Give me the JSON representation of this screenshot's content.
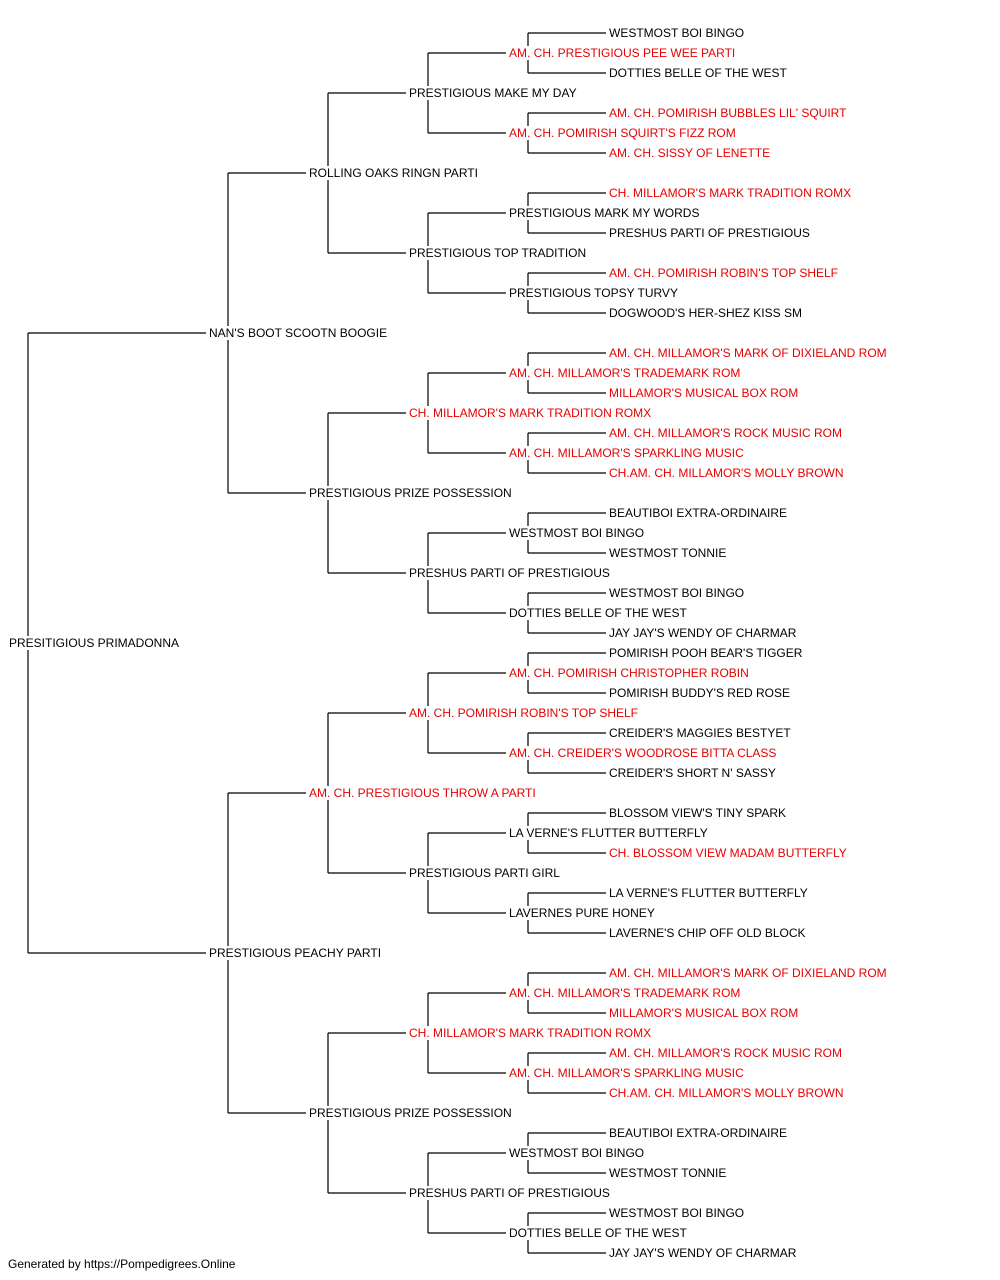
{
  "colors": {
    "line": "#000000",
    "text": "#000000",
    "titled": "#e60000"
  },
  "pedigree": {
    "name": "PRESITIGIOUS PRIMADONNA",
    "titled": false,
    "sire": {
      "name": "NAN'S BOOT SCOOTN BOOGIE",
      "titled": false,
      "sire": {
        "name": "ROLLING OAKS RINGN PARTI",
        "titled": false,
        "sire": {
          "name": "PRESTIGIOUS MAKE MY DAY",
          "titled": false,
          "sire": {
            "name": "AM. CH. PRESTIGIOUS PEE WEE PARTI",
            "titled": true,
            "sire": {
              "name": "WESTMOST BOI BINGO",
              "titled": false
            },
            "dam": {
              "name": "DOTTIES BELLE OF THE WEST",
              "titled": false
            }
          },
          "dam": {
            "name": "AM. CH. POMIRISH SQUIRT'S FIZZ ROM",
            "titled": true,
            "sire": {
              "name": "AM. CH. POMIRISH BUBBLES LIL' SQUIRT",
              "titled": true
            },
            "dam": {
              "name": "AM. CH. SISSY OF LENETTE",
              "titled": true
            }
          }
        },
        "dam": {
          "name": "PRESTIGIOUS TOP TRADITION",
          "titled": false,
          "sire": {
            "name": "PRESTIGIOUS MARK MY WORDS",
            "titled": false,
            "sire": {
              "name": "CH. MILLAMOR'S MARK TRADITION ROMX",
              "titled": true
            },
            "dam": {
              "name": "PRESHUS PARTI OF PRESTIGIOUS",
              "titled": false
            }
          },
          "dam": {
            "name": "PRESTIGIOUS TOPSY TURVY",
            "titled": false,
            "sire": {
              "name": "AM. CH. POMIRISH ROBIN'S TOP SHELF",
              "titled": true
            },
            "dam": {
              "name": "DOGWOOD'S HER-SHEZ KISS SM",
              "titled": false
            }
          }
        }
      },
      "dam": {
        "name": "PRESTIGIOUS PRIZE POSSESSION",
        "titled": false,
        "sire": {
          "name": "CH. MILLAMOR'S MARK TRADITION ROMX",
          "titled": true,
          "sire": {
            "name": "AM. CH. MILLAMOR'S TRADEMARK ROM",
            "titled": true,
            "sire": {
              "name": "AM. CH. MILLAMOR'S MARK OF DIXIELAND ROM",
              "titled": true
            },
            "dam": {
              "name": "MILLAMOR'S MUSICAL BOX ROM",
              "titled": true
            }
          },
          "dam": {
            "name": "AM. CH. MILLAMOR'S SPARKLING MUSIC",
            "titled": true,
            "sire": {
              "name": "AM. CH. MILLAMOR'S ROCK MUSIC ROM",
              "titled": true
            },
            "dam": {
              "name": "CH.AM. CH. MILLAMOR'S MOLLY BROWN",
              "titled": true
            }
          }
        },
        "dam": {
          "name": "PRESHUS PARTI OF PRESTIGIOUS",
          "titled": false,
          "sire": {
            "name": "WESTMOST BOI BINGO",
            "titled": false,
            "sire": {
              "name": "BEAUTIBOI EXTRA-ORDINAIRE",
              "titled": false
            },
            "dam": {
              "name": "WESTMOST TONNIE",
              "titled": false
            }
          },
          "dam": {
            "name": "DOTTIES BELLE OF THE WEST",
            "titled": false,
            "sire": {
              "name": "WESTMOST BOI BINGO",
              "titled": false
            },
            "dam": {
              "name": "JAY JAY'S WENDY OF CHARMAR",
              "titled": false
            }
          }
        }
      }
    },
    "dam": {
      "name": "PRESTIGIOUS PEACHY PARTI",
      "titled": false,
      "sire": {
        "name": "AM. CH. PRESTIGIOUS THROW A PARTI",
        "titled": true,
        "sire": {
          "name": "AM. CH. POMIRISH ROBIN'S TOP SHELF",
          "titled": true,
          "sire": {
            "name": "AM. CH. POMIRISH CHRISTOPHER ROBIN",
            "titled": true,
            "sire": {
              "name": "POMIRISH POOH BEAR'S TIGGER",
              "titled": false
            },
            "dam": {
              "name": "POMIRISH BUDDY'S RED ROSE",
              "titled": false
            }
          },
          "dam": {
            "name": "AM. CH. CREIDER'S WOODROSE BITTA CLASS",
            "titled": true,
            "sire": {
              "name": "CREIDER'S MAGGIES BESTYET",
              "titled": false
            },
            "dam": {
              "name": "CREIDER'S SHORT N' SASSY",
              "titled": false
            }
          }
        },
        "dam": {
          "name": "PRESTIGIOUS PARTI GIRL",
          "titled": false,
          "sire": {
            "name": "LA VERNE'S FLUTTER BUTTERFLY",
            "titled": false,
            "sire": {
              "name": "BLOSSOM VIEW'S TINY SPARK",
              "titled": false
            },
            "dam": {
              "name": "CH. BLOSSOM VIEW MADAM BUTTERFLY",
              "titled": true
            }
          },
          "dam": {
            "name": "LAVERNES PURE HONEY",
            "titled": false,
            "sire": {
              "name": "LA VERNE'S FLUTTER BUTTERFLY",
              "titled": false
            },
            "dam": {
              "name": "LAVERNE'S CHIP OFF OLD BLOCK",
              "titled": false
            }
          }
        }
      },
      "dam": {
        "name": "PRESTIGIOUS PRIZE POSSESSION",
        "titled": false,
        "sire": {
          "name": "CH. MILLAMOR'S MARK TRADITION ROMX",
          "titled": true,
          "sire": {
            "name": "AM. CH. MILLAMOR'S TRADEMARK ROM",
            "titled": true,
            "sire": {
              "name": "AM. CH. MILLAMOR'S MARK OF DIXIELAND ROM",
              "titled": true
            },
            "dam": {
              "name": "MILLAMOR'S MUSICAL BOX ROM",
              "titled": true
            }
          },
          "dam": {
            "name": "AM. CH. MILLAMOR'S SPARKLING MUSIC",
            "titled": true,
            "sire": {
              "name": "AM. CH. MILLAMOR'S ROCK MUSIC ROM",
              "titled": true
            },
            "dam": {
              "name": "CH.AM. CH. MILLAMOR'S MOLLY BROWN",
              "titled": true
            }
          }
        },
        "dam": {
          "name": "PRESHUS PARTI OF PRESTIGIOUS",
          "titled": false,
          "sire": {
            "name": "WESTMOST BOI BINGO",
            "titled": false,
            "sire": {
              "name": "BEAUTIBOI EXTRA-ORDINAIRE",
              "titled": false
            },
            "dam": {
              "name": "WESTMOST TONNIE",
              "titled": false
            }
          },
          "dam": {
            "name": "DOTTIES BELLE OF THE WEST",
            "titled": false,
            "sire": {
              "name": "WESTMOST BOI BINGO",
              "titled": false
            },
            "dam": {
              "name": "JAY JAY'S WENDY OF CHARMAR",
              "titled": false
            }
          }
        }
      }
    }
  },
  "footer": "Generated by https://Pompedigrees.Online"
}
